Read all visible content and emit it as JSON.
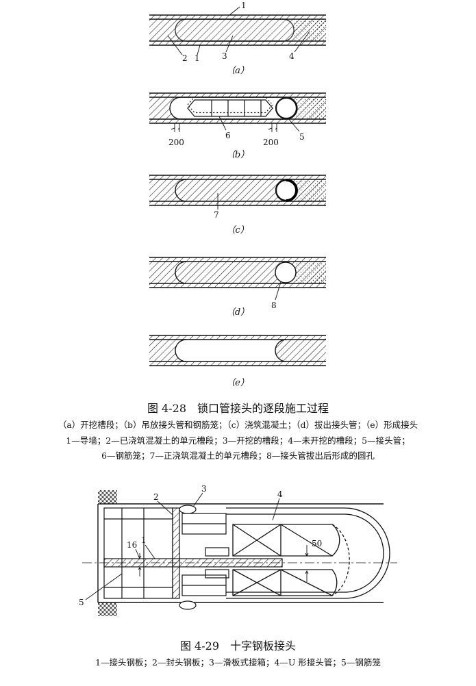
{
  "fig428": {
    "panels": [
      {
        "id": "a",
        "label": "（a）",
        "markers": {
          "m1": "1",
          "m2": "2",
          "m1b": "1",
          "m3": "3",
          "m4": "4"
        }
      },
      {
        "id": "b",
        "label": "（b）",
        "markers": {
          "m6": "6",
          "m5": "5",
          "d1": "200",
          "d2": "200"
        }
      },
      {
        "id": "c",
        "label": "（c）",
        "markers": {
          "m7": "7"
        }
      },
      {
        "id": "d",
        "label": "（d）",
        "markers": {
          "m8": "8"
        }
      },
      {
        "id": "e",
        "label": "（e）",
        "markers": {}
      }
    ],
    "title": "图 4-28　锁口管接头的逐段施工过程",
    "legend_lines": [
      "（a）开挖槽段；（b）吊放接头管和钢筋笼；（c）浇筑混凝土；（d）拔出接头管；（e）形成接头",
      "1—导墙；2—已浇筑混凝土的单元槽段；3—开挖的槽段；4—未开挖的槽段；5—接头管；",
      "6—钢筋笼；7—正浇筑混凝土的单元槽段；8—接头管拔出后形成的圆孔"
    ]
  },
  "fig429": {
    "markers": {
      "m2": "2",
      "m3": "3",
      "m4": "4",
      "m16": "16",
      "m1": "1",
      "m50": "50",
      "m5": "5"
    },
    "title": "图 4-29　十字钢板接头",
    "legend": "1—接头钢板；2—封头钢板；3—滑板式接箱；4—U 形接头管；5—钢筋笼"
  }
}
